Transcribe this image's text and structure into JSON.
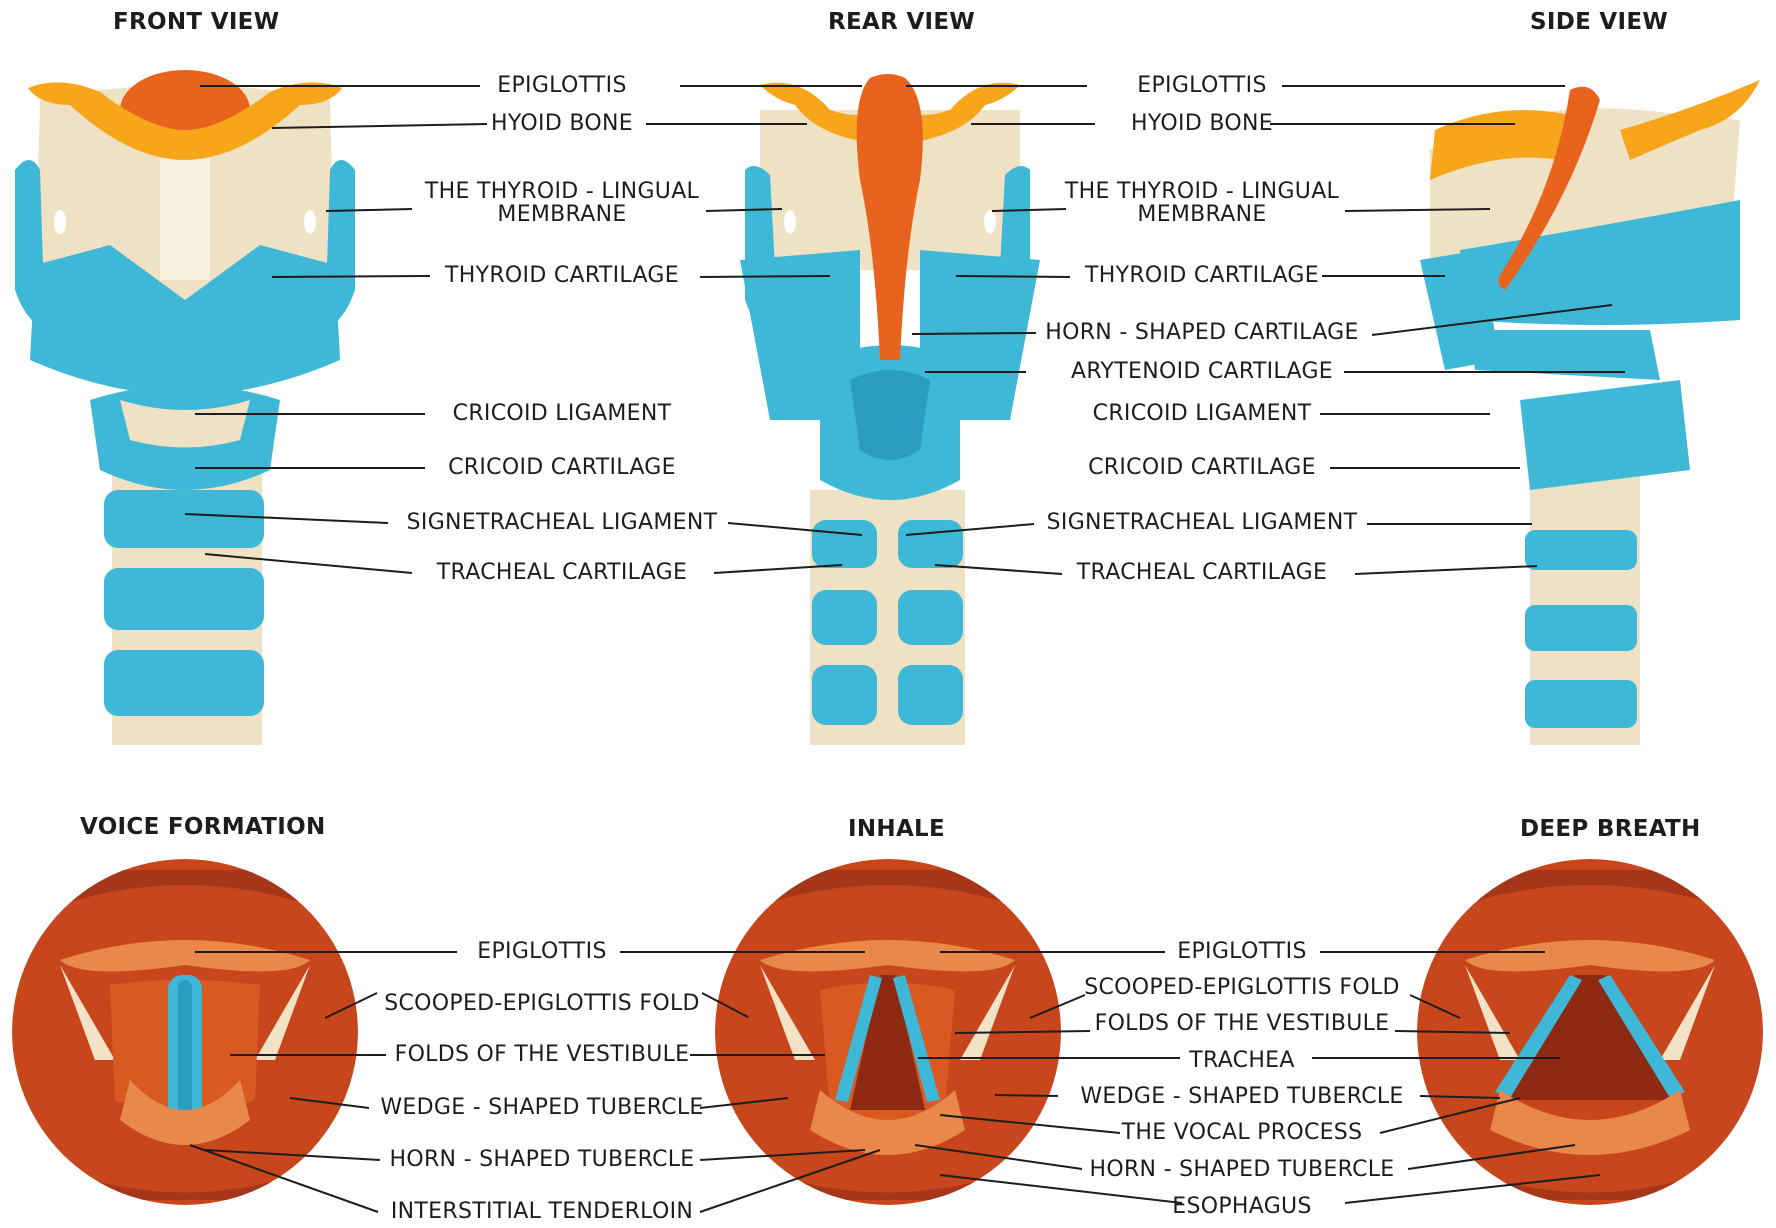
{
  "colors": {
    "cartilage_blue": "#3fb8d8",
    "cartilage_blue_dark": "#2a9ec2",
    "hyoid_orange": "#f7a61b",
    "epiglottis_orange": "#e8631e",
    "tissue_beige": "#efe2c4",
    "throat_red": "#c8461c",
    "throat_dark": "#a6361a",
    "leader_line": "#1d1d1d"
  },
  "views": {
    "front": "FRONT VIEW",
    "rear": "REAR VIEW",
    "side": "SIDE VIEW",
    "voice": "VOICE FORMATION",
    "inhale": "INHALE",
    "deep": "DEEP BREATH"
  },
  "top_left_labels": {
    "epiglottis": "EPIGLOTTIS",
    "hyoid": "HYOID BONE",
    "membrane_1": "THE THYROID - LINGUAL",
    "membrane_2": "MEMBRANE",
    "thyroid": "THYROID CARTILAGE",
    "cricoid_lig": "CRICOID LIGAMENT",
    "cricoid_cart": "CRICOID CARTILAGE",
    "signe": "SIGNETRACHEAL LIGAMENT",
    "tracheal": "TRACHEAL CARTILAGE"
  },
  "top_right_labels": {
    "epiglottis": "EPIGLOTTIS",
    "hyoid": "HYOID BONE",
    "membrane_1": "THE THYROID - LINGUAL",
    "membrane_2": "MEMBRANE",
    "thyroid": "THYROID CARTILAGE",
    "horn": "HORN - SHAPED CARTILAGE",
    "arytenoid": "ARYTENOID CARTILAGE",
    "cricoid_lig": "CRICOID LIGAMENT",
    "cricoid_cart": "CRICOID CARTILAGE",
    "signe": "SIGNETRACHEAL LIGAMENT",
    "tracheal": "TRACHEAL CARTILAGE"
  },
  "bottom_left_labels": {
    "epiglottis": "EPIGLOTTIS",
    "scooped": "SCOOPED-EPIGLOTTIS FOLD",
    "folds": "FOLDS OF THE VESTIBULE",
    "wedge": "WEDGE - SHAPED TUBERCLE",
    "horn": "HORN - SHAPED TUBERCLE",
    "interstitial": "INTERSTITIAL TENDERLOIN"
  },
  "bottom_right_labels": {
    "epiglottis": "EPIGLOTTIS",
    "scooped": "SCOOPED-EPIGLOTTIS FOLD",
    "folds": "FOLDS OF THE VESTIBULE",
    "trachea": "TRACHEA",
    "wedge": "WEDGE - SHAPED TUBERCLE",
    "vocal": "THE VOCAL PROCESS",
    "horn": "HORN - SHAPED TUBERCLE",
    "esophagus": "ESOPHAGUS"
  }
}
